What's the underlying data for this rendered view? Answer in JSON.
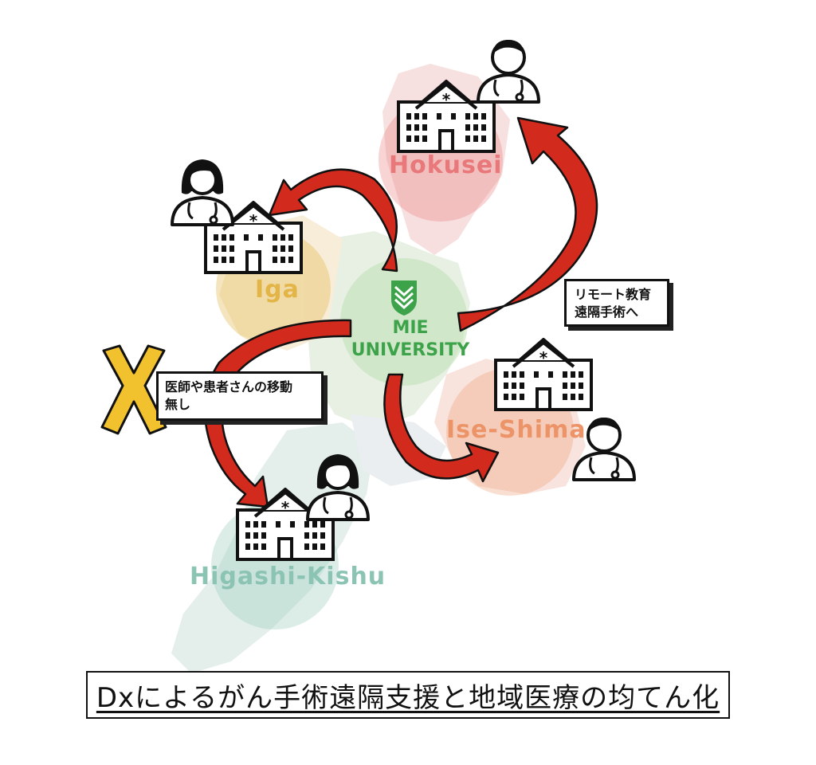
{
  "regions": {
    "hokusei": {
      "label": "Hokusei",
      "color": "#e8787a"
    },
    "iga": {
      "label": "Iga",
      "color": "#e3b446"
    },
    "ise_shima": {
      "label": "Ise-Shima",
      "color": "#ec9468"
    },
    "higashi_kishu": {
      "label": "Higashi-Kishu",
      "color": "#8cc4b4"
    }
  },
  "university": {
    "line1": "MIE",
    "line2": "UNIVERSITY",
    "color": "#3da34a"
  },
  "callouts": {
    "remote": {
      "line1": "リモート教育",
      "line2": "遠隔手術へ"
    },
    "no_travel": {
      "line1": "医師や患者さんの移動",
      "line2": "無し"
    }
  },
  "caption": "Dxによるがん手術遠隔支援と地域医療の均てん化",
  "colors": {
    "arrow": "#d32a1e",
    "x_mark": "#f2c12e",
    "outline": "#111111"
  }
}
